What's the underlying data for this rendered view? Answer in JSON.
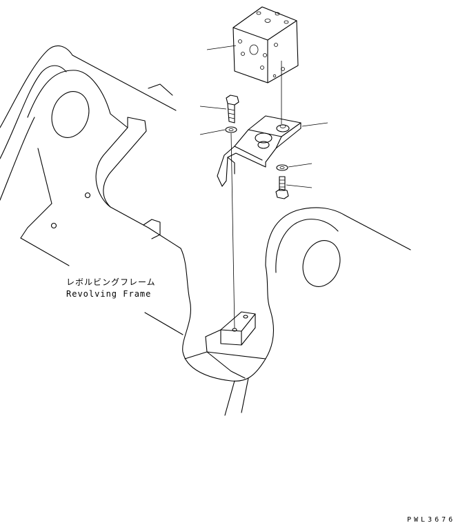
{
  "labels": {
    "frame_jp": "レボルビングフレーム",
    "frame_en": "Revolving Frame",
    "drawing_code": "PWL3676"
  }
}
